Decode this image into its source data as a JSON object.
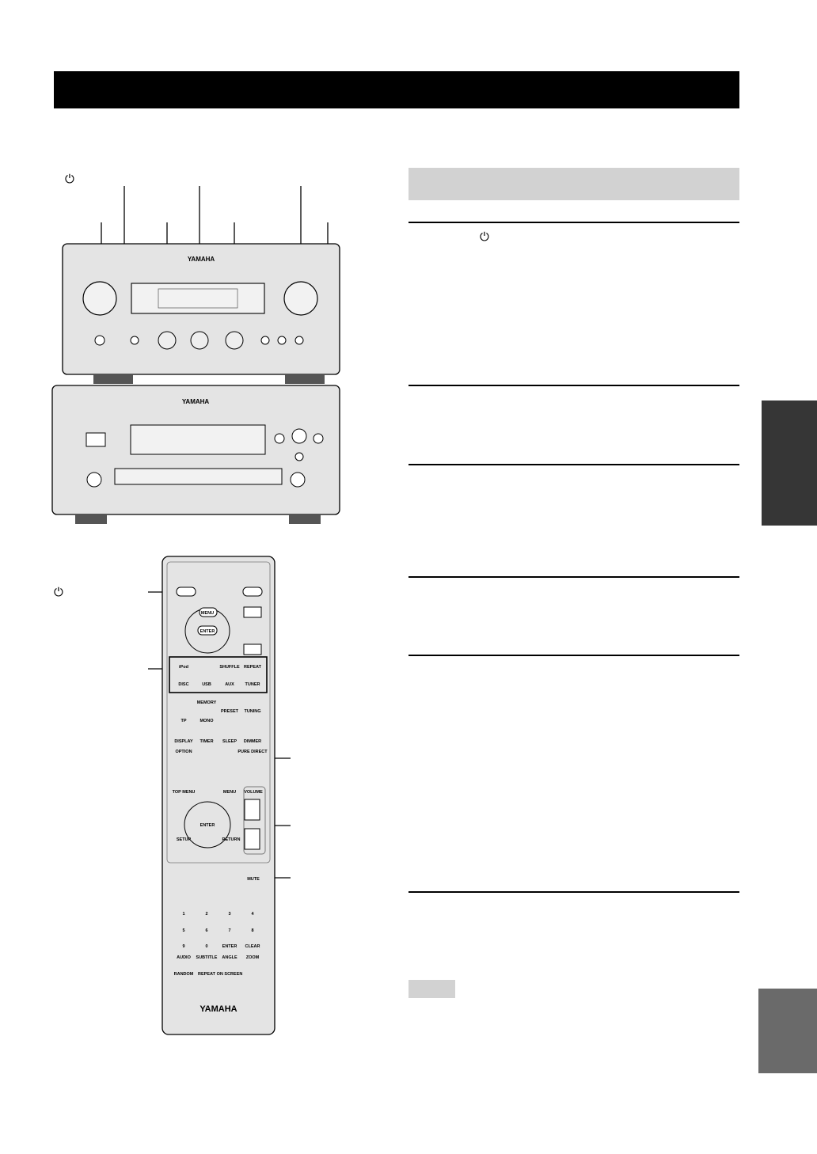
{
  "symbols": {
    "power": "⏻"
  },
  "unit_top": {
    "brand": "YAMAHA"
  },
  "unit_bottom": {
    "brand": "YAMAHA"
  },
  "remote": {
    "row_top": [
      "MENU",
      "ENTER"
    ],
    "source_row1": [
      "iPod",
      "SHUFFLE",
      "REPEAT"
    ],
    "source_row2": [
      "DISC",
      "USB",
      "AUX",
      "TUNER"
    ],
    "tuner_row": [
      "MEMORY",
      "PRESET",
      "TUNING",
      "TP",
      "MONO"
    ],
    "display_row": [
      "DISPLAY",
      "TIMER",
      "SLEEP",
      "DIMMER"
    ],
    "option": "OPTION",
    "pure_direct": "PURE DIRECT",
    "nav_labels": [
      "TOP MENU",
      "MENU",
      "VOLUME",
      "ENTER",
      "SETUP",
      "RETURN"
    ],
    "mute": "MUTE",
    "numbers": [
      "1",
      "2",
      "3",
      "4",
      "5",
      "6",
      "7",
      "8",
      "9",
      "0",
      "ENTER",
      "CLEAR"
    ],
    "function_row": [
      "AUDIO",
      "SUBTITLE",
      "ANGLE",
      "ZOOM"
    ],
    "function_row2": [
      "RANDOM",
      "REPEAT",
      "ON SCREEN"
    ],
    "brand": "YAMAHA"
  },
  "colors": {
    "title_bar": "#000000",
    "section_box": "#d2d2d2",
    "tab_dark": "#363636",
    "tab_grey": "#6a6a6a",
    "device_face": "#e4e4e4"
  }
}
